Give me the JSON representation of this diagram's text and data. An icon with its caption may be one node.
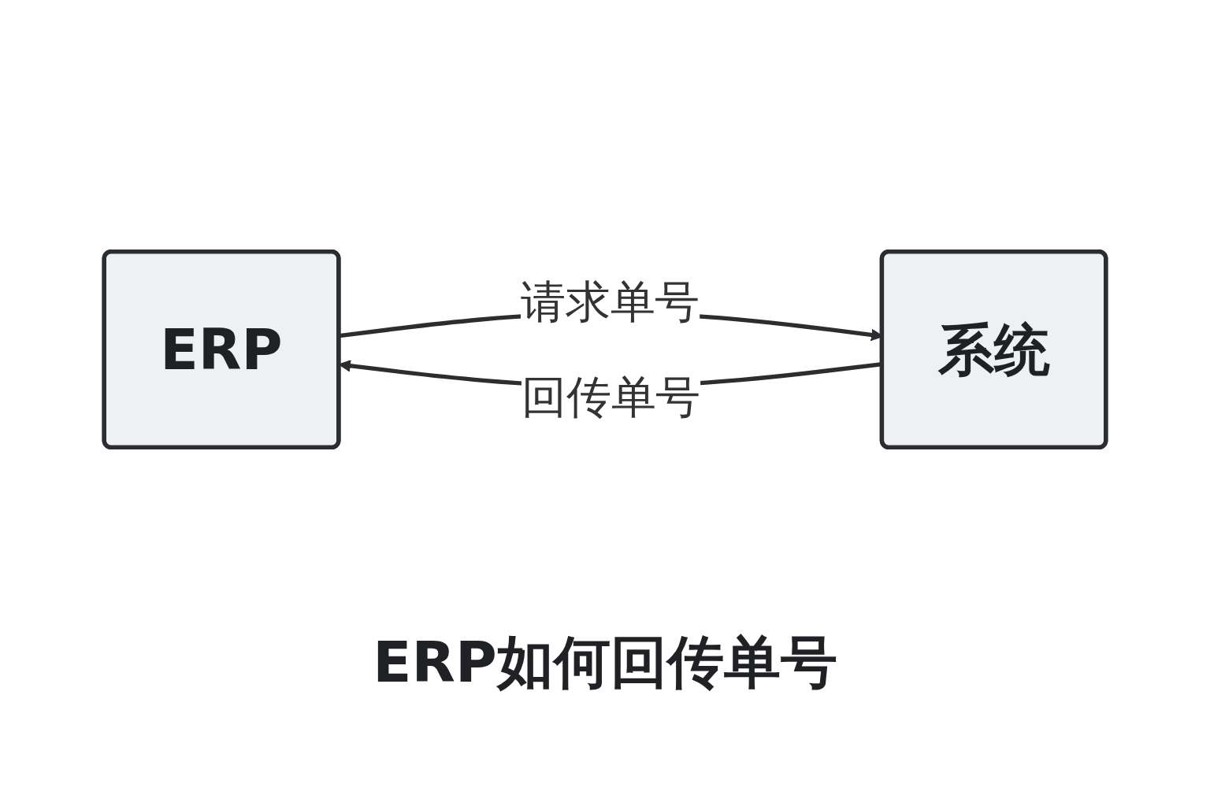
{
  "diagram": {
    "caption": "ERP如何回传单号",
    "nodes": [
      {
        "text": [
          "ERP"
        ]
      },
      {
        "text": [
          "系统"
        ]
      }
    ],
    "edges": [
      {
        "from": 0,
        "to": 1,
        "arrow": "to",
        "label": "请求单号"
      },
      {
        "from": 1,
        "to": 0,
        "arrow": "to",
        "label": "回传单号"
      }
    ]
  }
}
